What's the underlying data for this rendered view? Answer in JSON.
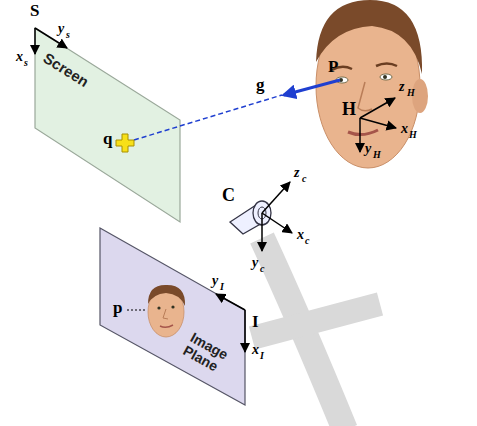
{
  "diagram": {
    "nodes": [
      {
        "text": [
          "Screen"
        ]
      },
      {
        "text": [
          "Image Plane"
        ]
      }
    ],
    "labels": [
      "S",
      "x",
      "s",
      "y",
      "s",
      "q",
      "g",
      "P",
      "H",
      "z",
      "H",
      "x",
      "H",
      "y",
      "H",
      "C",
      "z",
      "c",
      "x",
      "c",
      "y",
      "c",
      "p",
      "y",
      "I",
      "x",
      "I",
      "I"
    ]
  }
}
